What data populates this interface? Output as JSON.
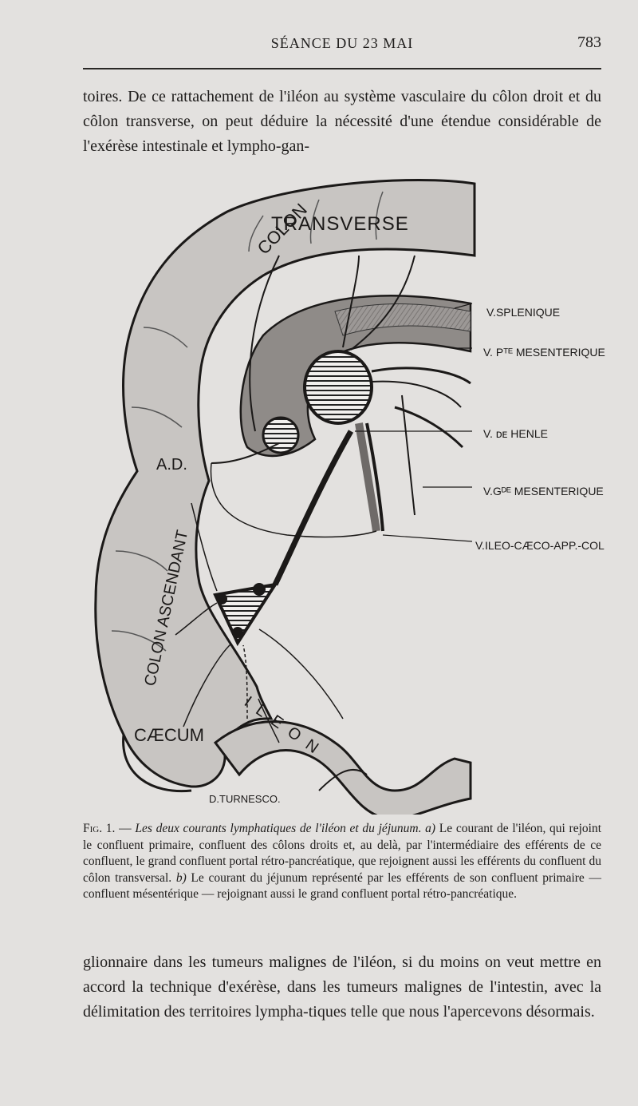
{
  "header": {
    "running_title": "SÉANCE DU 23 MAI",
    "page_number": "783"
  },
  "top_paragraph": "toires. De ce rattachement de l'iléon au système vasculaire du côlon droit et du côlon transverse, on peut déduire la nécessité d'une étendue considérable de l'exérèse intestinale et lympho-gan-",
  "figure": {
    "labels": {
      "colon": "COLON",
      "transverse": "TRANSVERSE",
      "colon_ascendant": "COLON ASCENDANT",
      "ad": "A.D.",
      "caecum": "CÆCUM",
      "ileon": "ILEON",
      "v_splenique": "V.SPLENIQUE",
      "v_pte_mesenterique": "V. Pᵀᴱ MESENTERIQUE",
      "v_de_henle": "V. ᴅᴇ HENLE",
      "v_gde_mesenterique": "V.Gᴰᴱ MESENTERIQUE",
      "v_ileo": "V.ILEO-CÆCO-APP.-COL",
      "artist": "D.TURNESCO."
    }
  },
  "caption": {
    "fig_label": "Fig. 1.",
    "dash": " — ",
    "title": "Les deux courants lymphatiques de l'iléon et du jéjunum.",
    "a_marker": "a)",
    "text_a": " Le courant de l'iléon, qui rejoint le confluent primaire, confluent des côlons droits et, au delà, par l'intermédiaire des efférents de ce confluent, le grand confluent portal rétro-pancréatique, que rejoignent aussi les efférents du confluent du côlon transversal. ",
    "b_marker": "b)",
    "text_b": " Le courant du jéjunum représenté par les efférents de son confluent primaire — confluent mésentérique — rejoignant aussi le grand confluent portal rétro-pancréatique."
  },
  "bottom_paragraph": "glionnaire dans les tumeurs malignes de l'iléon, si du moins on veut mettre en accord la technique d'exérèse, dans les tumeurs malignes de l'intestin, avec la délimitation des territoires lympha-tiques telle que nous l'apercevons désormais."
}
